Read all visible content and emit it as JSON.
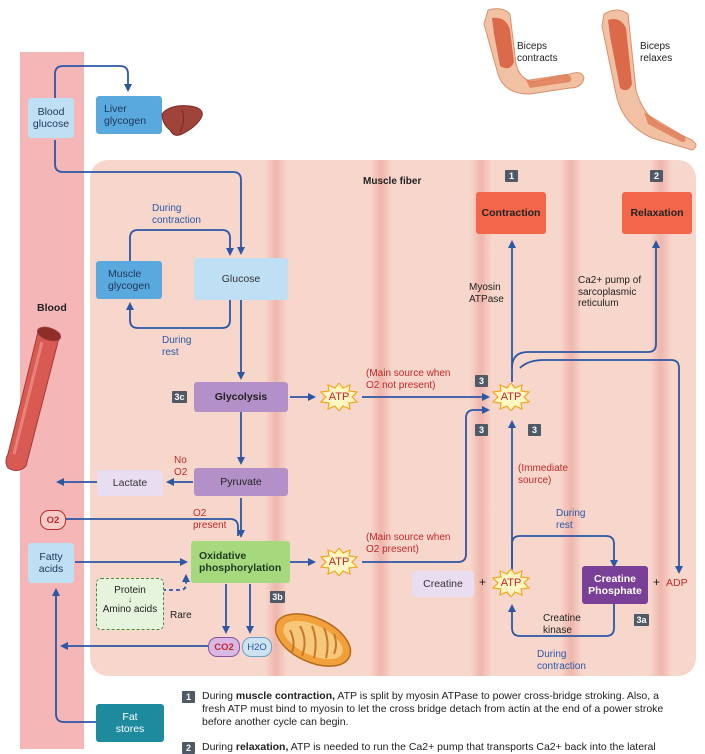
{
  "colors": {
    "blood_strip": "#f5b6b8",
    "fiber_bg": "#f7d7cc",
    "accent_red": "#c0282b",
    "arrow_blue": "#2b57a5",
    "box_light_blue": "#bfe0f4",
    "box_blue": "#5aa9de",
    "box_purple": "#b490c9",
    "box_red": "#f26649",
    "box_teal": "#1d8a9e"
  },
  "top": {
    "biceps_contracts": [
      "Biceps",
      "contracts"
    ],
    "biceps_relaxes": [
      "Biceps",
      "relaxes"
    ]
  },
  "blood": {
    "label": "Blood",
    "blood_glucose": [
      "Blood",
      "glucose"
    ],
    "liver_glycogen": [
      "Liver",
      "glycogen"
    ],
    "fatty_acids": [
      "Fatty",
      "acids"
    ],
    "fat_stores": [
      "Fat",
      "stores"
    ],
    "lactate": "Lactate",
    "o2": "O2"
  },
  "fiber": {
    "title": "Muscle fiber",
    "during_contraction_top": [
      "During",
      "contraction"
    ],
    "muscle_glycogen": [
      "Muscle",
      "glycogen"
    ],
    "glucose": "Glucose",
    "during_rest_left": [
      "During",
      "rest"
    ],
    "glycolysis": "Glycolysis",
    "pyruvate": "Pyruvate",
    "no_o2": [
      "No",
      "O2"
    ],
    "o2_present": [
      "O2",
      "present"
    ],
    "oxidative": [
      "Oxidative",
      "phosphorylation"
    ],
    "protein": "Protein",
    "amino_acids": "Amino acids",
    "rare": "Rare",
    "co2": "CO2",
    "h2o": "H2O",
    "atp": "ATP",
    "main_source_no_o2": [
      "(Main source when",
      "O2 not present)"
    ],
    "main_source_o2": [
      "(Main source when",
      "O2 present)"
    ],
    "myosin_atpase": [
      "Myosin",
      "ATPase"
    ],
    "ca_pump": [
      "Ca2+ pump of",
      "sarcoplasmic",
      "reticulum"
    ],
    "immediate_source": [
      "(Immediate",
      "source)"
    ],
    "contraction": "Contraction",
    "relaxation": "Relaxation",
    "creatine": "Creatine",
    "plus1": "+",
    "plus2": "+",
    "adp": "ADP",
    "creatine_phosphate": [
      "Creatine",
      "Phosphate"
    ],
    "during_rest_right": [
      "During",
      "rest"
    ],
    "creatine_kinase": [
      "Creatine",
      "kinase"
    ],
    "during_contraction_bottom": [
      "During",
      "contraction"
    ]
  },
  "badges": {
    "b1": "1",
    "b2": "2",
    "b3a": "3",
    "b3b": "3",
    "b3c": "3",
    "b3_glyc": "3c",
    "b3_ox": "3b",
    "b3_cp": "3a"
  },
  "notes": {
    "note1_num": "1",
    "note1_line1_pre": "During ",
    "note1_line1_bold": "muscle contraction,",
    "note1_line1_post": " ATP is split by myosin ATPase to power cross-bridge stroking. Also, a",
    "note1_line2": "fresh ATP must bind to myosin to let the cross bridge detach from actin at the end of a power stroke",
    "note1_line3": "before another cycle can begin.",
    "note2_num": "2",
    "note2_line1_pre": "During ",
    "note2_line1_bold": "relaxation,",
    "note2_line1_post": " ATP is needed to run the Ca2+ pump that transports Ca2+ back into the lateral"
  }
}
